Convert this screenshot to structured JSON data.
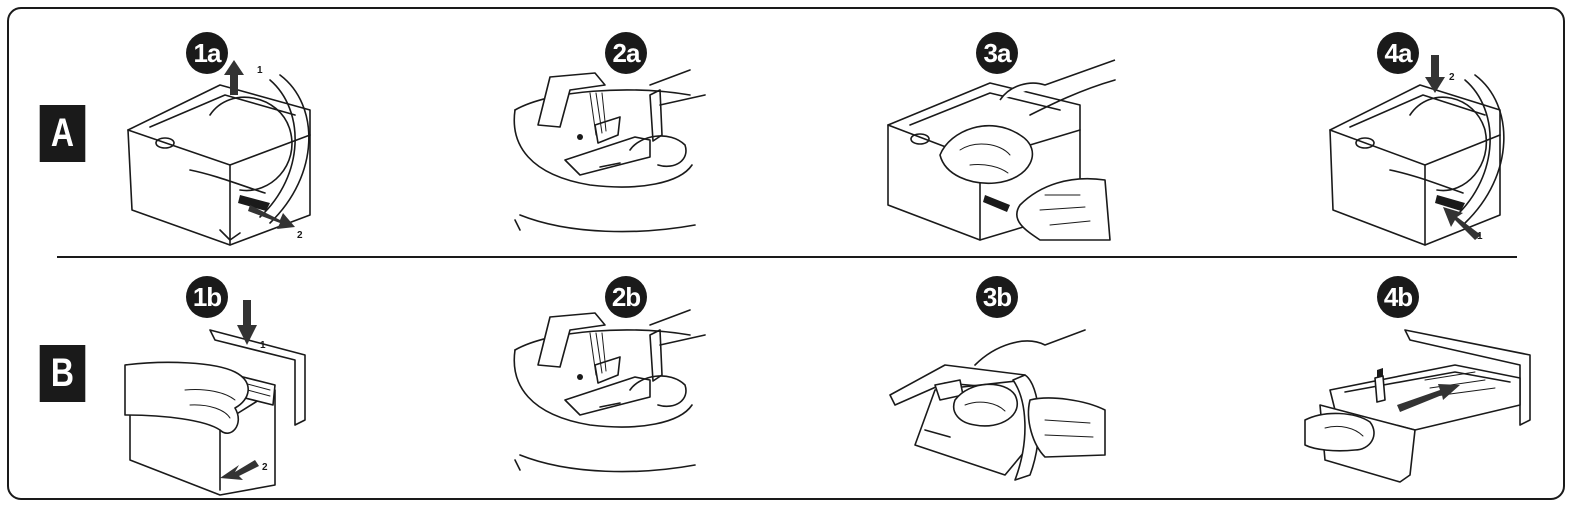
{
  "rows": [
    {
      "label": "A",
      "steps": [
        "1a",
        "2a",
        "3a",
        "4a"
      ]
    },
    {
      "label": "B",
      "steps": [
        "1b",
        "2b",
        "3b",
        "4b"
      ]
    }
  ],
  "arrow_numbers": {
    "s1a": [
      "1",
      "2"
    ],
    "s4a": [
      "2",
      "1"
    ],
    "s1b": [
      "1",
      "2"
    ]
  },
  "colors": {
    "ink": "#1a1a1a",
    "background": "#ffffff"
  }
}
